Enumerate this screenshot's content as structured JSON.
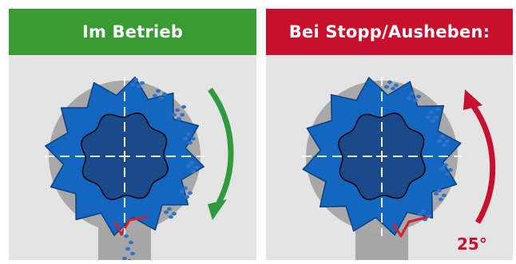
{
  "panels": [
    {
      "title": "Im Betrieb",
      "header_color": "#3a9b35",
      "arrow_color": "#2e9a3c",
      "arrow_direction": "clockwise-down",
      "state": "running"
    },
    {
      "title": "Bei Stopp/Ausheben:",
      "header_color": "#c8102e",
      "arrow_color": "#c8102e",
      "arrow_direction": "counterclockwise-up",
      "state": "stopped",
      "angle_label": "25°"
    }
  ],
  "colors": {
    "gear_outer": "#1467c0",
    "gear_stroke": "#0d3f7d",
    "gear_inner": "#1a4a8a",
    "housing": "#a8a8a8",
    "outlet": "#a6a6a6",
    "panel_bg": "#e4e4e4",
    "pellet": "#2f74c9",
    "highlight_edge": "#d0222e"
  }
}
